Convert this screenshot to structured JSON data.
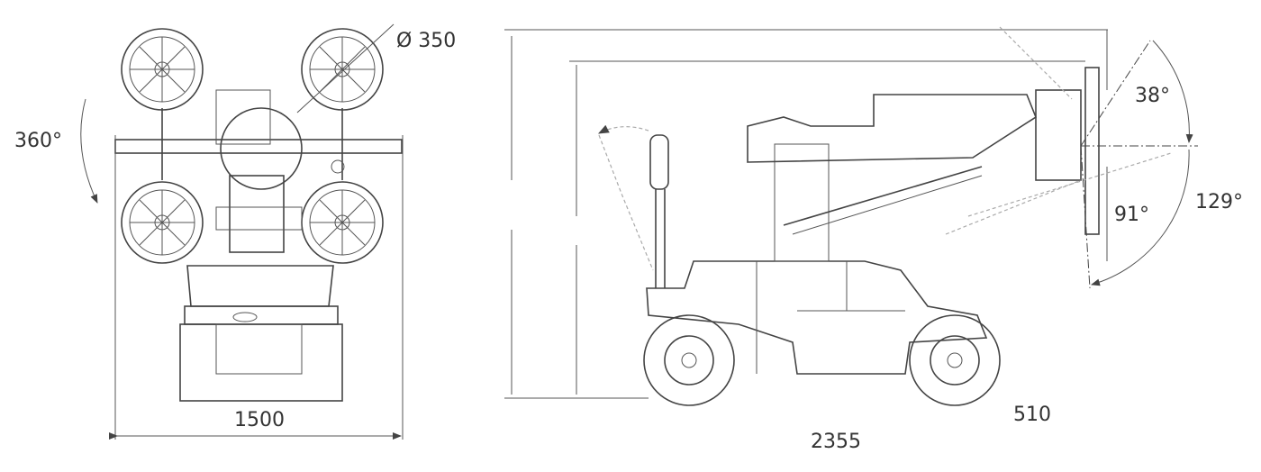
{
  "top_view": {
    "cup_diameter_label": "Ø 350",
    "rotation_label": "360°",
    "width_label": "1500"
  },
  "side_view": {
    "tilt_up_label": "38°",
    "tilt_down_label": "91°",
    "tilt_total_label": "129°",
    "offset_label": "510",
    "length_label": "2355"
  }
}
